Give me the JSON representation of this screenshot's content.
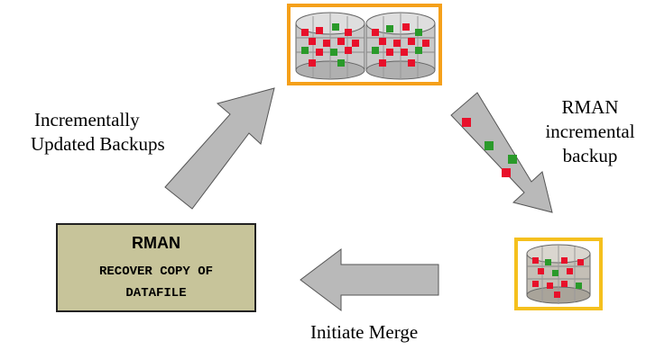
{
  "labels": {
    "left": [
      "Incrementally",
      "Updated Backups"
    ],
    "right": [
      "RMAN",
      "incremental",
      "backup"
    ],
    "bottom": "Initiate Merge"
  },
  "rman_box": {
    "title": "RMAN",
    "command_line1": "RECOVER COPY OF",
    "command_line2": "DATAFILE"
  },
  "colors": {
    "frame_top": "#f5a01a",
    "frame_bottom": "#f5c01e",
    "arrow_fill": "#b9b9b9",
    "arrow_stroke": "#555555",
    "block_red": "#e8102a",
    "block_green": "#2a9a2a",
    "rman_box_fill": "#c7c49a"
  }
}
